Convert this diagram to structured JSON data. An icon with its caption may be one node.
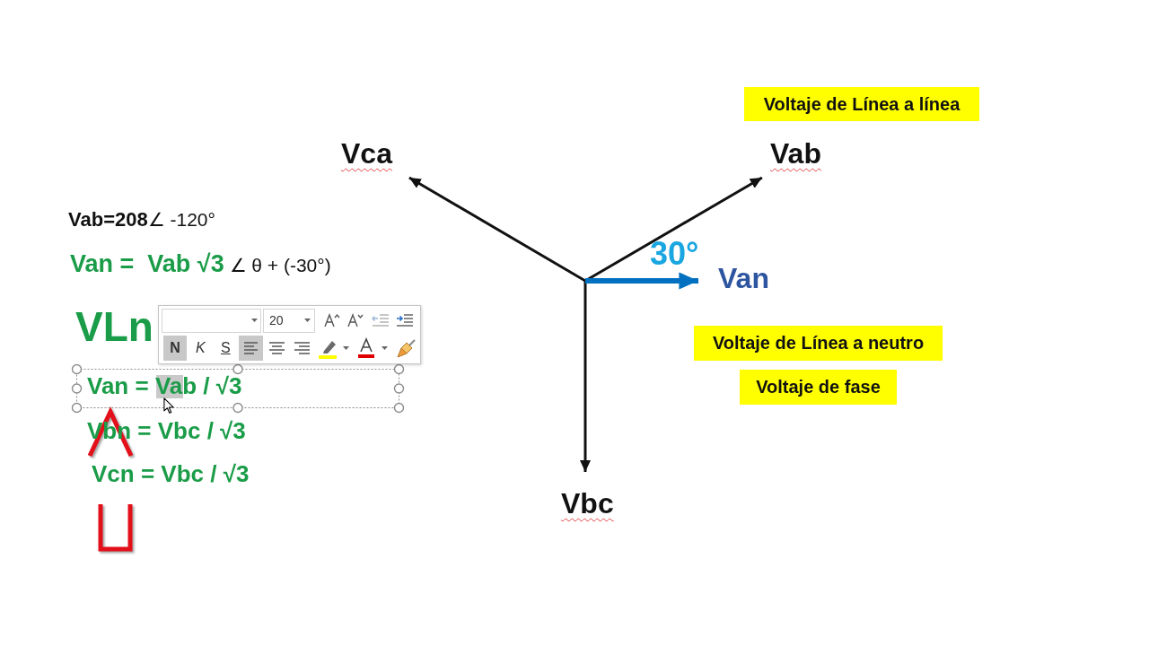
{
  "diagram": {
    "nodes": [
      {
        "text": [
          "Voltaje de Línea a línea"
        ]
      },
      {
        "text": [
          "Vca"
        ]
      },
      {
        "text": [
          "Vab"
        ]
      },
      {
        "text": [
          "Van"
        ]
      },
      {
        "text": [
          "Voltaje de Línea a neutro"
        ]
      },
      {
        "text": [
          "Voltaje de fase"
        ]
      },
      {
        "text": [
          "Van = Vab / √3"
        ]
      },
      {
        "text": [
          "Vbc"
        ]
      }
    ],
    "edges": [
      {
        "from": null,
        "to": 1,
        "arrow": "to"
      },
      {
        "from": null,
        "to": 2,
        "arrow": "to"
      },
      {
        "from": null,
        "to": 7,
        "arrow": "to"
      },
      {
        "from": null,
        "to": 3,
        "arrow": "to",
        "style": "thick",
        "color": "#0070c0"
      }
    ],
    "labels": [
      "**Vab=208**∠ -120°",
      "**Van =  Vab √3** ∠ θ + (-30°)",
      "30°",
      "VLn",
      "20",
      "N",
      "K",
      "S",
      "Vbn = Vbc / √3",
      "Vcn = Vbc / √3"
    ]
  }
}
